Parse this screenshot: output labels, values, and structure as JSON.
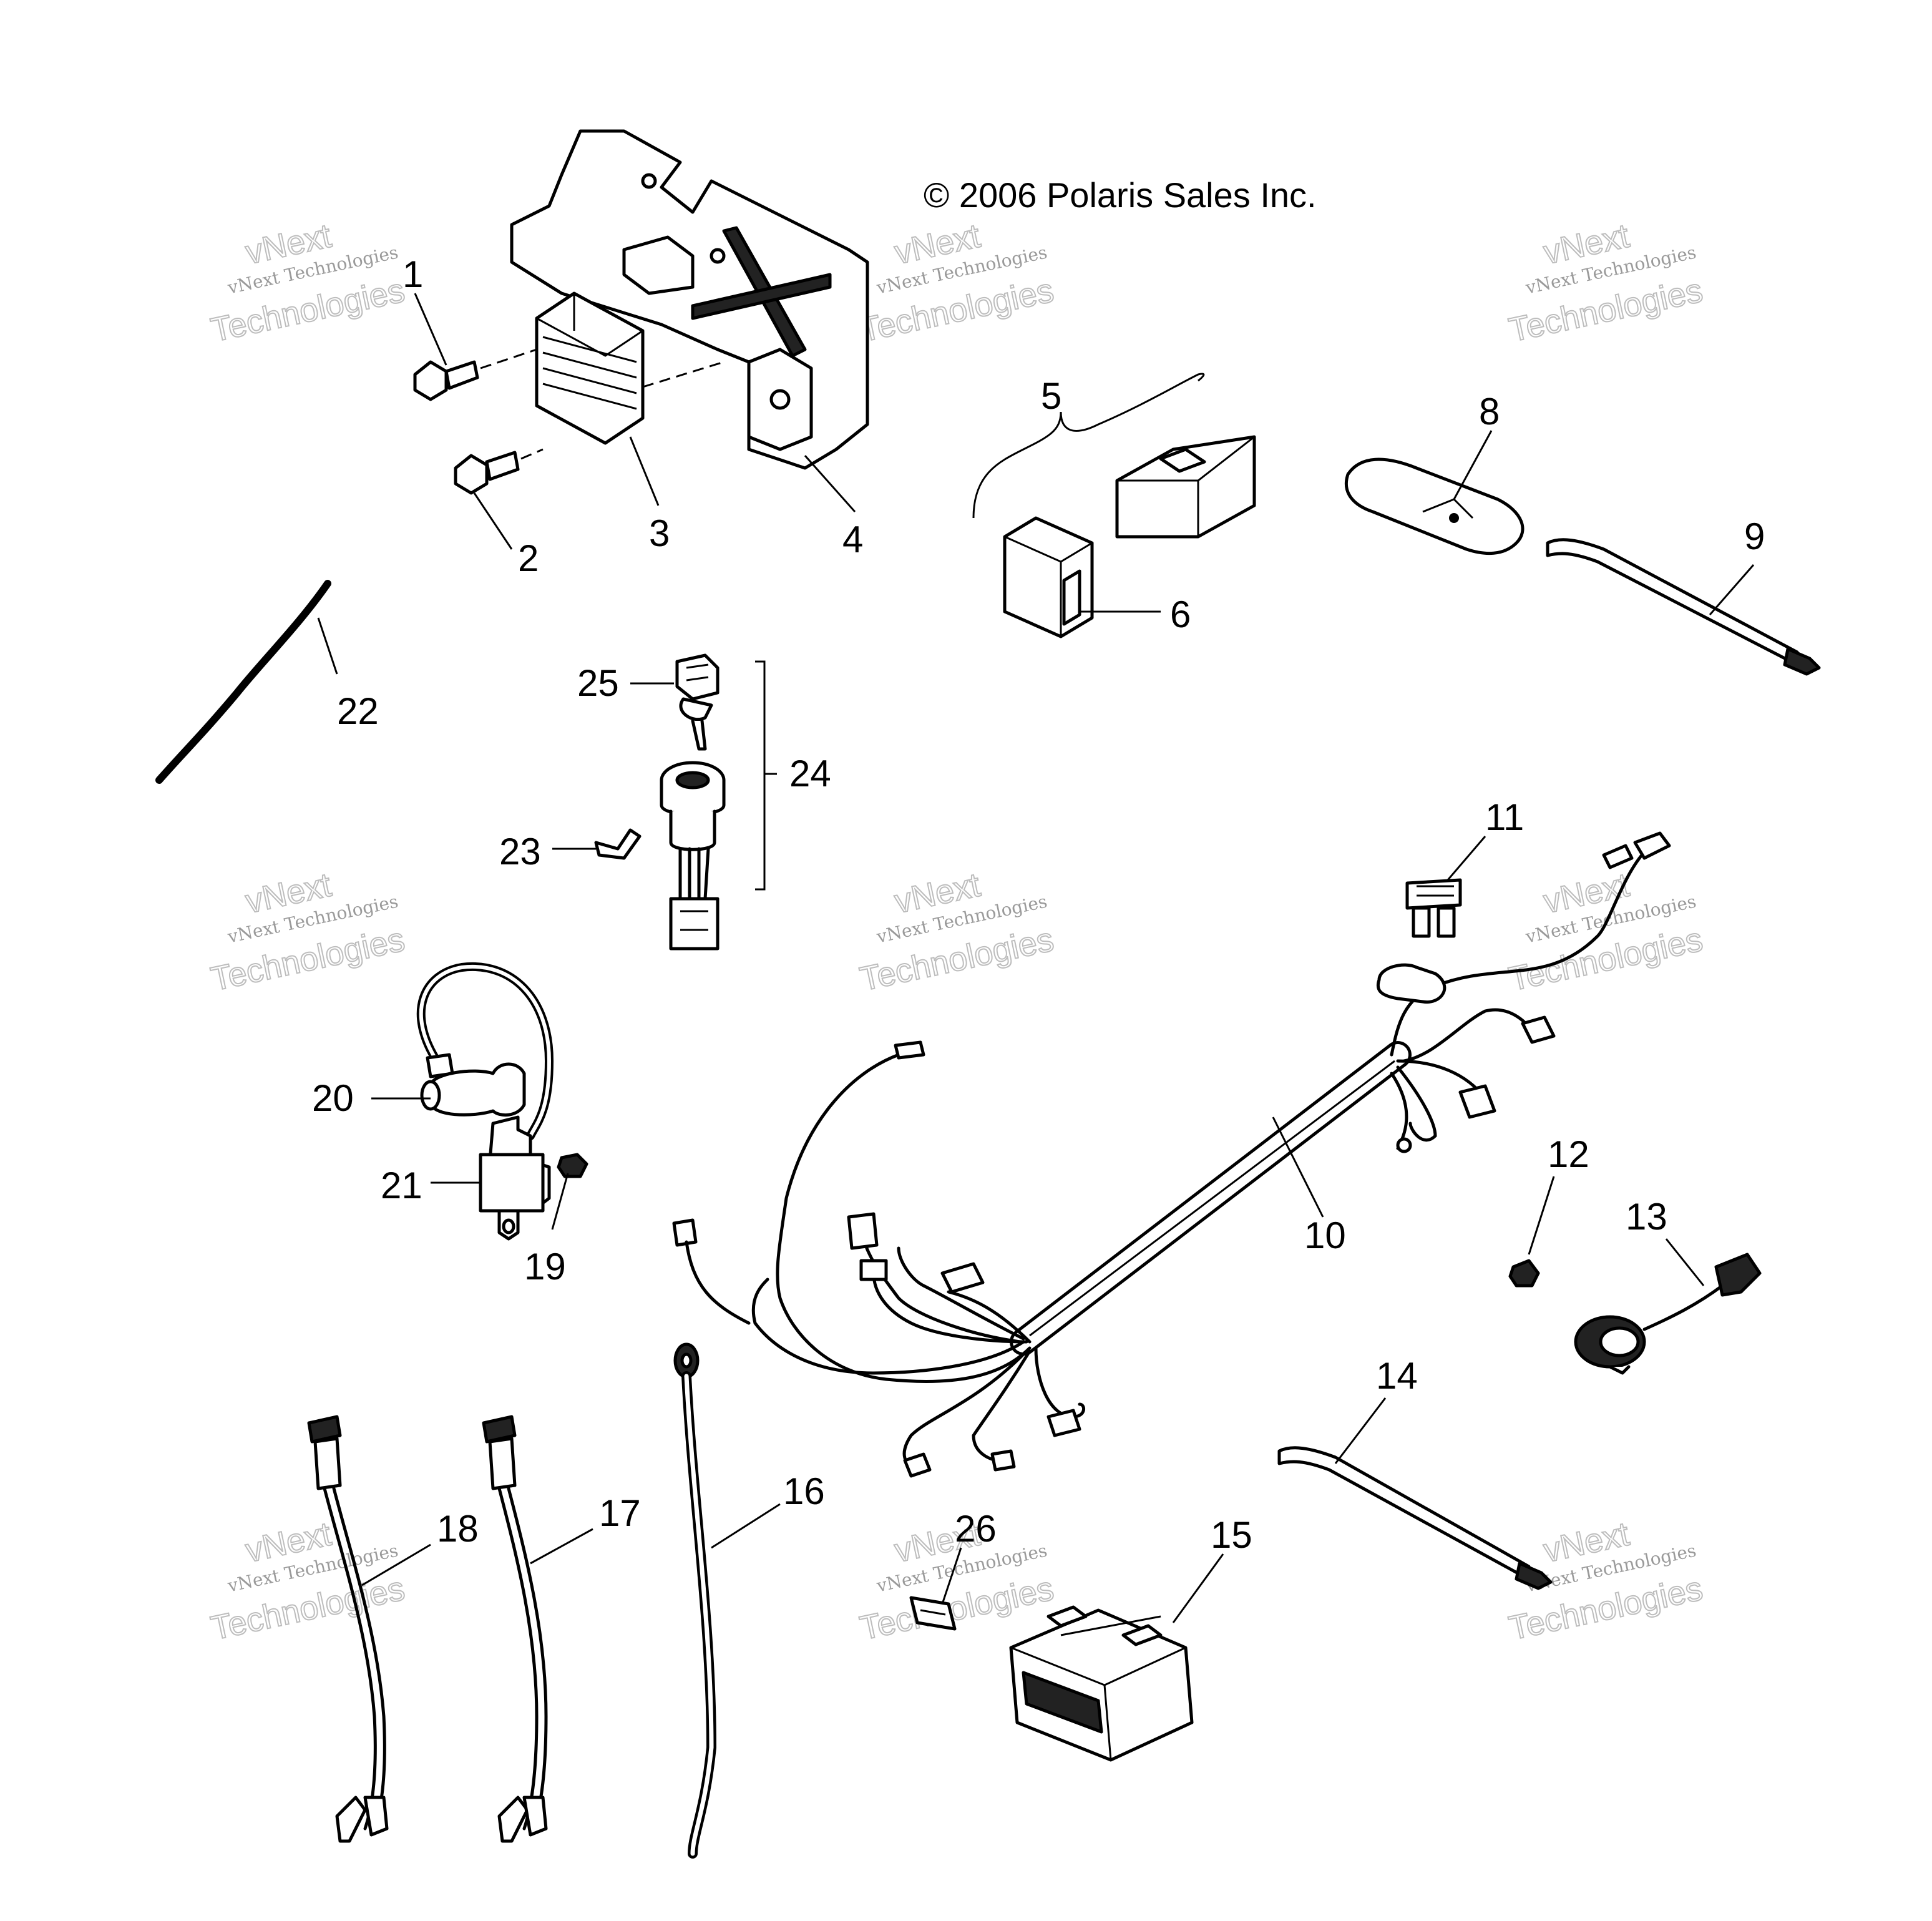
{
  "copyright": "© 2006 Polaris Sales Inc.",
  "watermark": {
    "line1": "vNext Technologies",
    "line2": "vNext",
    "line3": "Technologies"
  },
  "callouts": {
    "c1": "1",
    "c2": "2",
    "c3": "3",
    "c4": "4",
    "c5": "5",
    "c6": "6",
    "c8": "8",
    "c9": "9",
    "c10": "10",
    "c11": "11",
    "c12": "12",
    "c13": "13",
    "c14": "14",
    "c15": "15",
    "c16": "16",
    "c17": "17",
    "c18": "18",
    "c19": "19",
    "c20": "20",
    "c21": "21",
    "c22": "22",
    "c23": "23",
    "c24": "24",
    "c25": "25",
    "c26": "26"
  }
}
